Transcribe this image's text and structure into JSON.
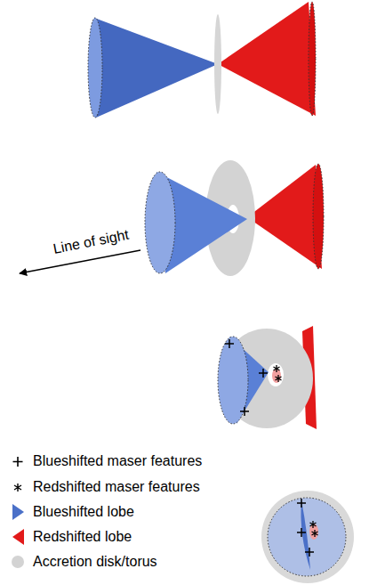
{
  "diagram": {
    "labels": [
      "Line of sight"
    ],
    "legend": [
      {
        "text": "Blueshifted maser features"
      },
      {
        "text": "Redshifted maser features"
      },
      {
        "text": "Blueshifted lobe"
      },
      {
        "text": "Redshifted lobe"
      },
      {
        "text": "Accretion disk/torus"
      }
    ]
  }
}
